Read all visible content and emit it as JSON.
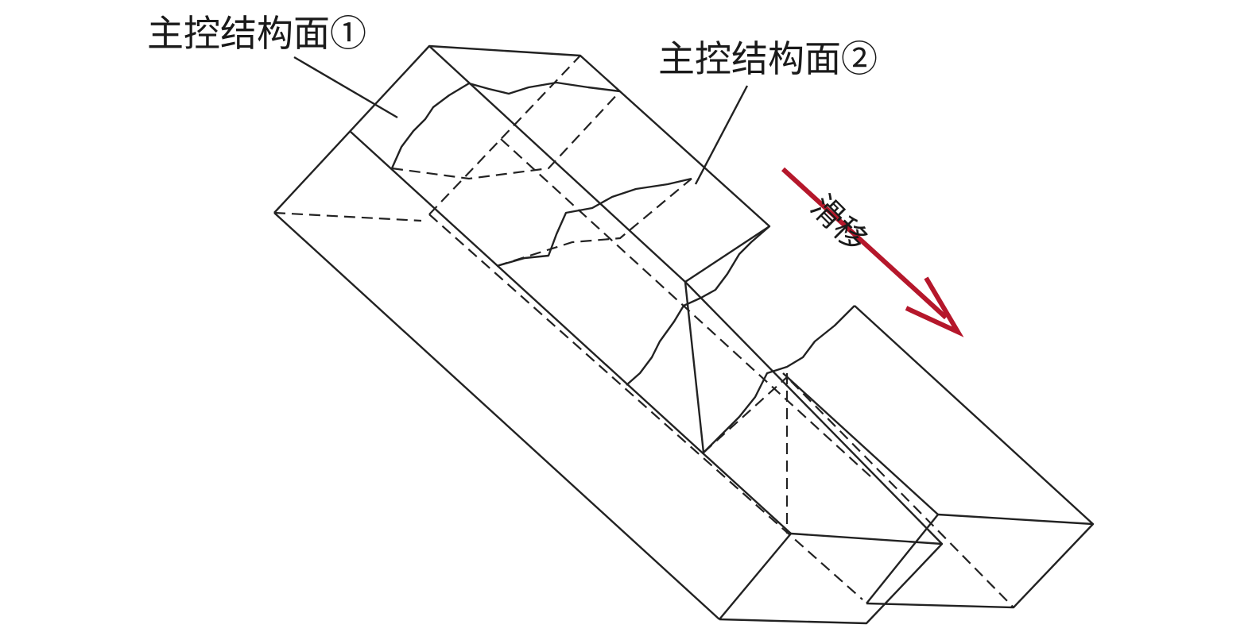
{
  "labels": {
    "plane1": "主控结构面①",
    "plane2": "主控结构面②",
    "slide": "滑移"
  },
  "colors": {
    "arrow": "#b5172b",
    "line": "#222222"
  },
  "icons": {
    "direction": "arrow-down-right"
  }
}
